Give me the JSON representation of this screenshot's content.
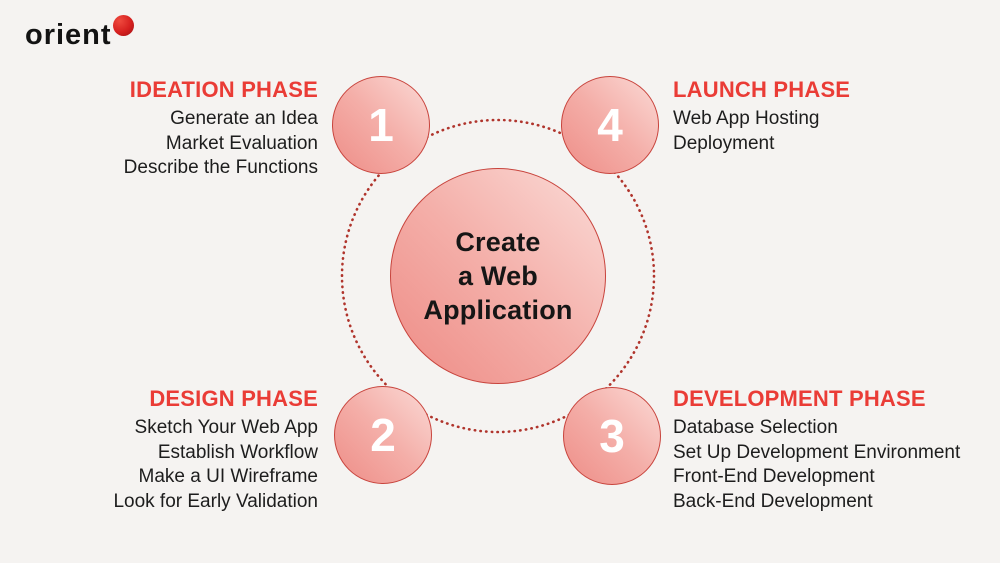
{
  "logo": {
    "text": "orient"
  },
  "center": {
    "line1": "Create",
    "line2": "a Web",
    "line3": "Application"
  },
  "phases": [
    {
      "number": "1",
      "title": "IDEATION PHASE",
      "items": [
        "Generate an Idea",
        "Market Evaluation",
        "Describe the Functions"
      ]
    },
    {
      "number": "2",
      "title": "DESIGN PHASE",
      "items": [
        "Sketch Your Web App",
        "Establish Workflow",
        "Make a UI Wireframe",
        "Look for Early Validation"
      ]
    },
    {
      "number": "3",
      "title": "DEVELOPMENT PHASE",
      "items": [
        "Database Selection",
        "Set Up Development Environment",
        "Front-End Development",
        "Back-End Development"
      ]
    },
    {
      "number": "4",
      "title": "LAUNCH PHASE",
      "items": [
        "Web App Hosting",
        "Deployment"
      ]
    }
  ],
  "colors": {
    "background": "#f5f3f1",
    "accent_red": "#ea3c36",
    "ring_red": "#b0342c",
    "circle_border": "#c8443d",
    "circle_light": "#fbdcd8",
    "circle_dark": "#ee8b85",
    "body_text": "#1d1d1d",
    "number_text": "#ffffff",
    "logo_dot": "#d6201f"
  }
}
